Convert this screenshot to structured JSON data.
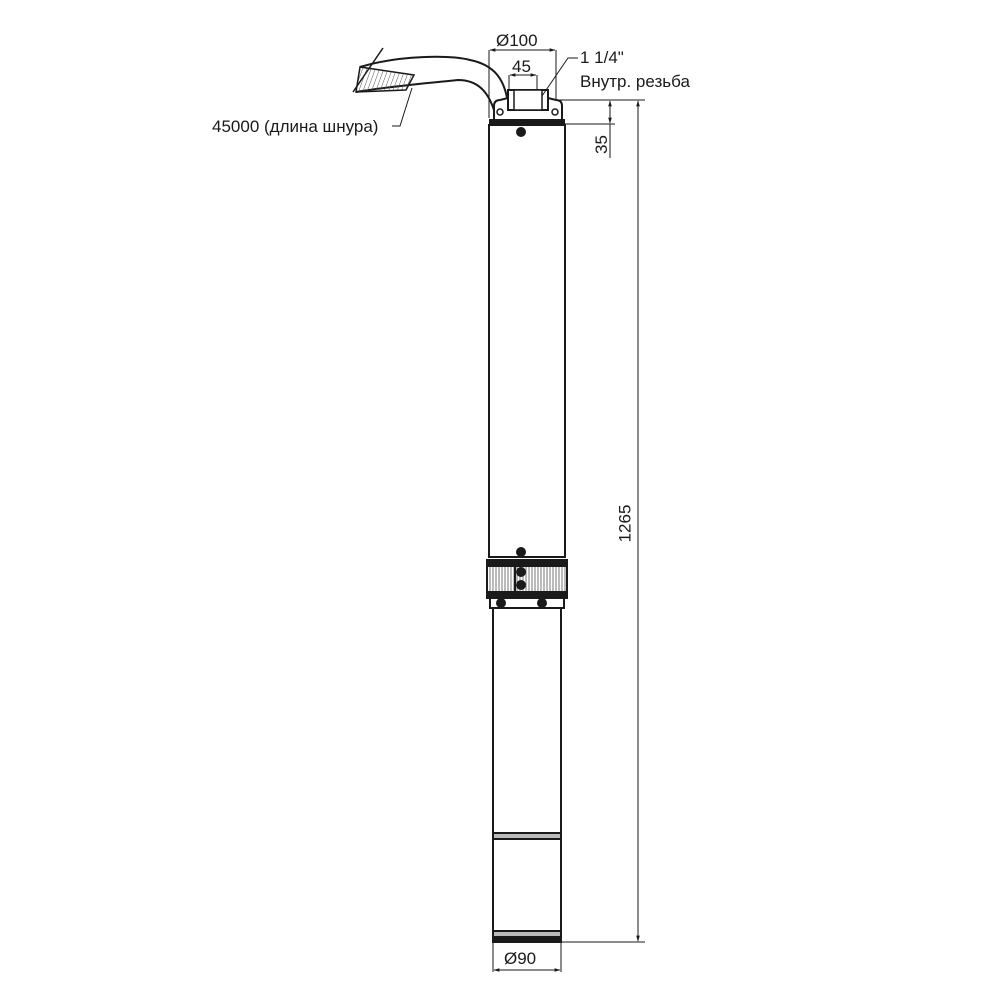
{
  "drawing": {
    "subject": "Submersible pump dimension drawing",
    "line_color": "#1a1a1a",
    "background": "#ffffff"
  },
  "dimensions": {
    "top_diameter": "Ø100",
    "outlet_width": "45",
    "thread_size": "1 1/4\"",
    "thread_type": "Внутр. резьба",
    "cable_length": "45000 (длина шнура)",
    "head_height": "35",
    "total_length": "1265",
    "bottom_diameter": "Ø90"
  }
}
